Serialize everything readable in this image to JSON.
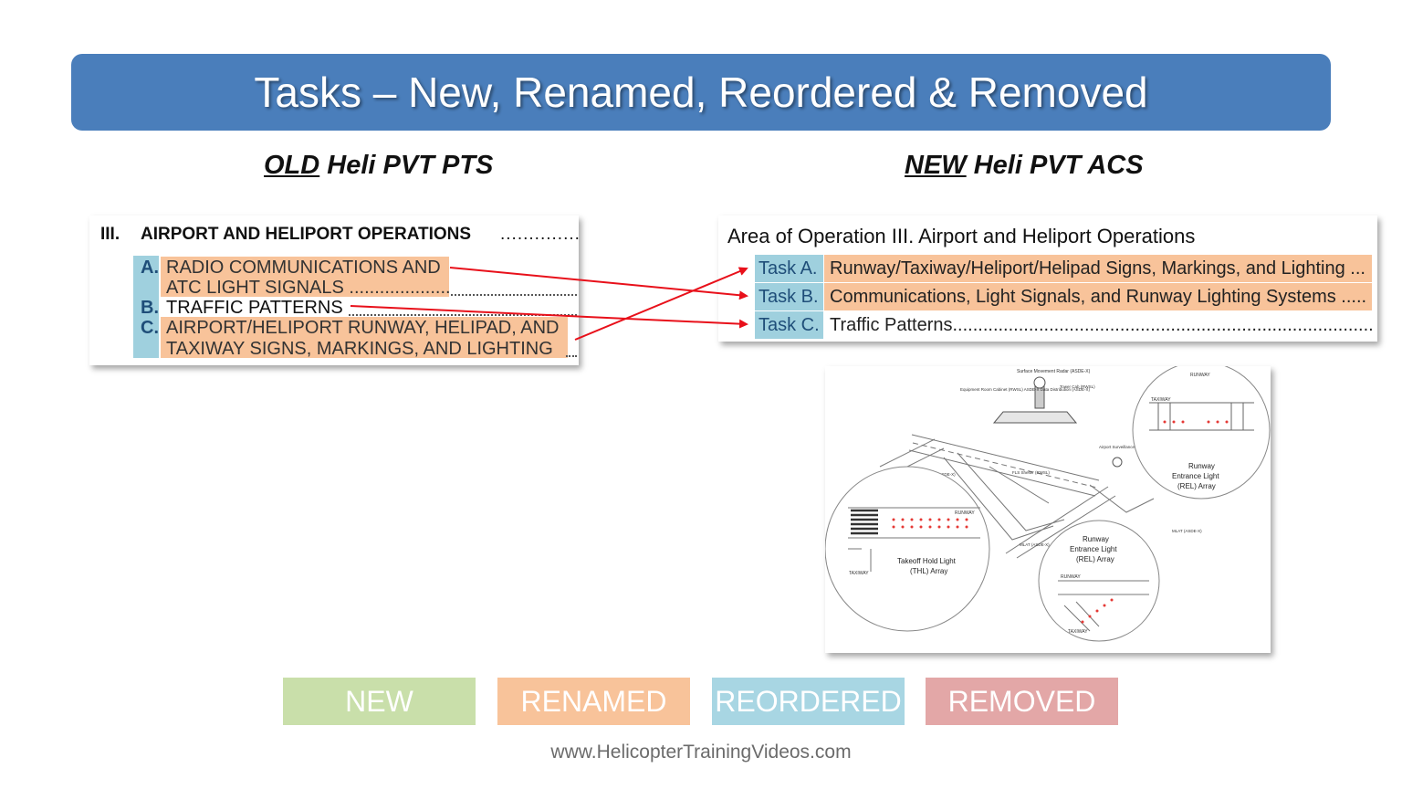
{
  "title": "Tasks – New, Renamed, Reordered & Removed",
  "old": {
    "heading_em": "OLD",
    "heading_rest": " Heli PVT PTS",
    "section_num": "III.",
    "section_title": "AIRPORT AND HELIPORT OPERATIONS",
    "section_dots": "..................",
    "tasks": [
      {
        "letter": "A.",
        "lines": [
          "RADIO COMMUNICATIONS AND",
          "ATC LIGHT SIGNALS ...................."
        ]
      },
      {
        "letter": "B.",
        "lines": [
          "TRAFFIC PATTERNS"
        ]
      },
      {
        "letter": "C.",
        "lines": [
          "AIRPORT/HELIPORT RUNWAY, HELIPAD, AND",
          "TAXIWAY SIGNS, MARKINGS, AND LIGHTING"
        ]
      }
    ]
  },
  "new": {
    "heading_em": "NEW",
    "heading_rest": " Heli PVT ACS",
    "section_title": "Area of Operation III.  Airport and Heliport Operations",
    "tasks": [
      {
        "label": "Task A.",
        "text": "Runway/Taxiway/Heliport/Helipad Signs, Markings, and Lighting ..."
      },
      {
        "label": "Task B.",
        "text": "Communications, Light Signals, and Runway Lighting Systems ....."
      },
      {
        "label": "Task C.",
        "text": "Traffic Patterns..........................................................................................."
      }
    ]
  },
  "diagram": {
    "labels": {
      "smr": "Surface Movement Radar (ASDE-X)",
      "equip": "Equipment Room Cabinet (RWSL) ASDE-X Data Distribution (ASDE-X)",
      "tower": "Tower Cab (RWSL)",
      "asr": "Airport Surveillance Radar (ASDE-X)",
      "fls": "FLS Shelter (RWSL)",
      "mlat": "MLAT (ASDE-X)",
      "runway": "RUNWAY",
      "taxiway": "TAXIWAY",
      "rel": "Runway Entrance Light (REL) Array",
      "thl": "Takeoff Hold Light (THL) Array"
    }
  },
  "legend": {
    "new": "NEW",
    "renamed": "RENAMED",
    "reordered": "REORDERED",
    "removed": "REMOVED"
  },
  "footer": "www.HelicopterTrainingVideos.com",
  "colors": {
    "title_bar": "#4a7ebb",
    "renamed": "#f8c39a",
    "reordered": "#9fd0de",
    "new": "#c9dfaa",
    "removed": "#e3a7a7",
    "arrow": "#e8101a"
  }
}
